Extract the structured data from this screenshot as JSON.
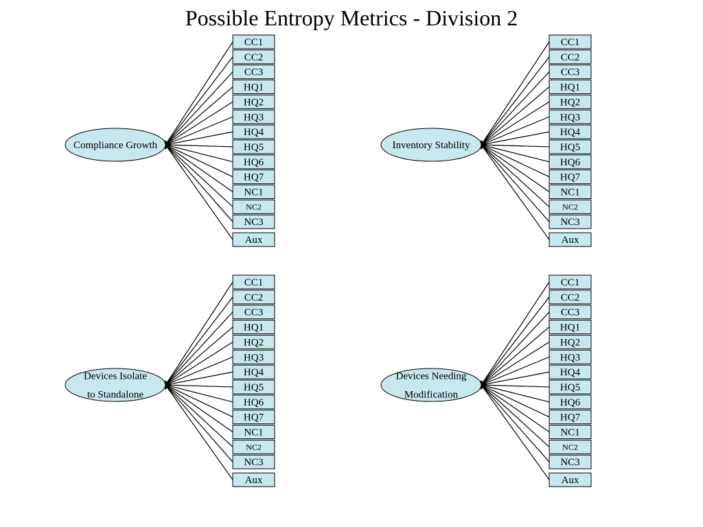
{
  "title": "Possible Entropy Metrics - Division 2",
  "colors": {
    "node_fill": "#c6e8ee",
    "node_stroke": "#000000",
    "edge": "#000000",
    "background": "#ffffff"
  },
  "indicators": [
    "CC1",
    "CC2",
    "CC3",
    "HQ1",
    "HQ2",
    "HQ3",
    "HQ4",
    "HQ5",
    "HQ6",
    "HQ7",
    "NC1",
    "NC2",
    "NC3"
  ],
  "aux_label": "Aux",
  "panels": [
    {
      "id": "compliance-growth",
      "label_lines": [
        "Compliance Growth"
      ]
    },
    {
      "id": "inventory-stability",
      "label_lines": [
        "Inventory Stability"
      ]
    },
    {
      "id": "devices-isolate",
      "label_lines": [
        "Devices Isolate",
        "to Standalone"
      ]
    },
    {
      "id": "devices-needing-modification",
      "label_lines": [
        "Devices Needing",
        "Modification"
      ]
    }
  ]
}
